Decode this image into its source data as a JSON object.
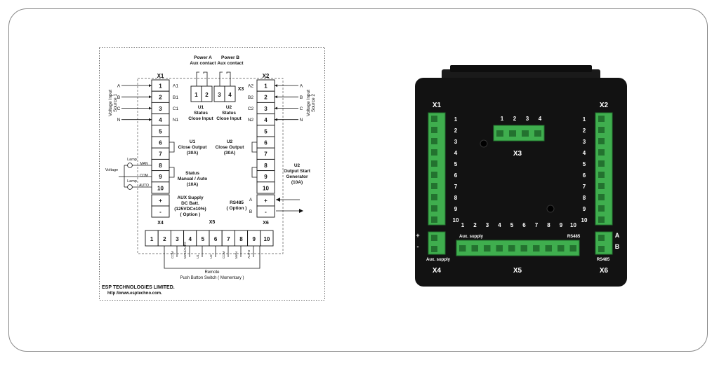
{
  "diagram": {
    "x1": {
      "title": "X1",
      "pins": [
        "1",
        "2",
        "3",
        "4",
        "5",
        "6",
        "7",
        "8",
        "9",
        "10"
      ],
      "side_labels": [
        "A1",
        "B1",
        "C1",
        "N1"
      ],
      "phase_labels": [
        "A",
        "B",
        "C",
        "N"
      ]
    },
    "x2": {
      "title": "X2",
      "pins": [
        "1",
        "2",
        "3",
        "4",
        "5",
        "6",
        "7",
        "8",
        "9",
        "10"
      ],
      "side_labels": [
        "A2",
        "B2",
        "C2",
        "N2"
      ],
      "phase_labels": [
        "A",
        "B",
        "C",
        "N"
      ]
    },
    "x3": {
      "title": "X3",
      "pins": [
        "1",
        "2",
        "3",
        "4"
      ]
    },
    "x4": {
      "title": "X4",
      "pins": [
        "+",
        "-"
      ]
    },
    "x5": {
      "title": "X5",
      "pins": [
        "1",
        "2",
        "3",
        "4",
        "5",
        "6",
        "7",
        "8",
        "9",
        "10"
      ]
    },
    "x6": {
      "title": "X6",
      "pins": [
        "+",
        "-"
      ],
      "labels": [
        "A",
        "B"
      ]
    },
    "power_a": "Power A",
    "power_b": "Power B",
    "aux_contact": "Aux contact",
    "u1_status": [
      "U1",
      "Status",
      "Close Input"
    ],
    "u2_status": [
      "U2",
      "Status",
      "Close Input"
    ],
    "voltage_input_1": [
      "Voltage Input",
      "Source 1"
    ],
    "voltage_input_2": [
      "Voltage Input",
      "Source 2"
    ],
    "u1_close_output": [
      "U1",
      "Close Output",
      "(30A)"
    ],
    "u2_close_output": [
      "U2",
      "Close Output",
      "(30A)"
    ],
    "status_manual": [
      "Status",
      "Manual / Auto",
      "(10A)"
    ],
    "u2_output_start": [
      "U2",
      "Output Start",
      "Generator",
      "(10A)"
    ],
    "aux_supply": [
      "AUX Supply",
      "DC Batt.",
      "(125VDC±10%)",
      "( Option )"
    ],
    "rs485": [
      "RS485",
      "( Option )"
    ],
    "lamp": "Lamp",
    "voltage": "Voltage",
    "man": "MAN",
    "com": "COM",
    "auto": "AUTO",
    "bottom_labels": [
      "COM",
      "MAN/AUTO",
      "U1",
      "U2",
      "COM",
      "MAN",
      "AUTO"
    ],
    "remote": [
      "Remote",
      "Push Button Switch ( Momentary )"
    ],
    "company": "ESP TECHNOLOGIES LIMITED.",
    "website": "http://www.esptechno.com."
  },
  "photo": {
    "x1": "X1",
    "x2": "X2",
    "x3": "X3",
    "x4": "X4",
    "x5": "X5",
    "x6": "X6",
    "side_numbers": [
      "1",
      "2",
      "3",
      "4",
      "5",
      "6",
      "7",
      "8",
      "9",
      "10"
    ],
    "x3_numbers": [
      "1",
      "2",
      "3",
      "4"
    ],
    "x5_numbers": [
      "1",
      "2",
      "3",
      "4",
      "5",
      "6",
      "7",
      "8",
      "9",
      "10"
    ],
    "plus": "+",
    "minus": "-",
    "a": "A",
    "b": "B",
    "aux_supply_top": "Aux. supply",
    "aux_supply_bottom": "Aux. supply",
    "rs485_top": "RS485",
    "rs485_bottom": "RS485",
    "colors": {
      "body": "#121212",
      "terminal": "#3fae4e",
      "terminal_dark": "#23722f",
      "text": "#ffffff"
    }
  }
}
